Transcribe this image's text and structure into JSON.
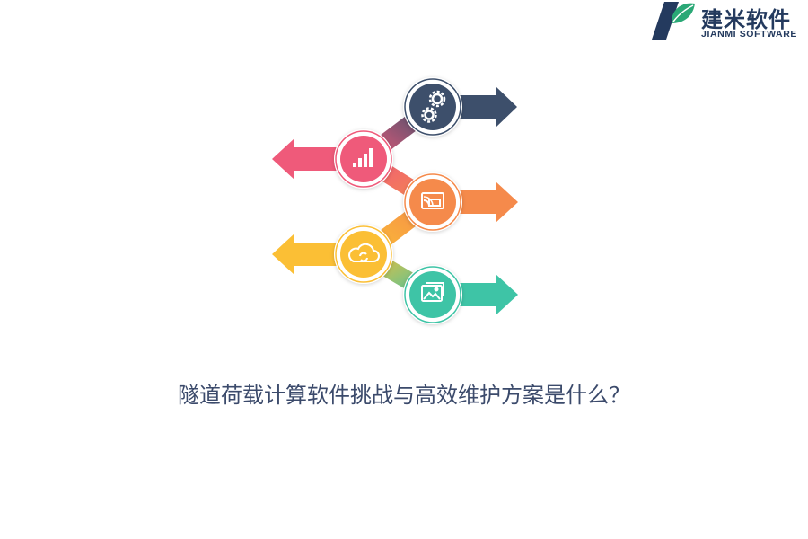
{
  "logo": {
    "name_cn": "建米软件",
    "name_en": "JIANMI SOFTWARE",
    "colors": {
      "text": "#243a5e",
      "leaf": "#2aa876",
      "dark": "#243a5e"
    }
  },
  "headline": "隧道荷载计算软件挑战与高效维护方案是什么？",
  "infographic": {
    "steps": [
      {
        "icon": "gears-icon",
        "arrow_direction": "right",
        "color": "#3d4f6b"
      },
      {
        "icon": "bar-chart-icon",
        "arrow_direction": "left",
        "color": "#ef5a7a"
      },
      {
        "icon": "screen-cast-icon",
        "arrow_direction": "right",
        "color": "#f58a4b"
      },
      {
        "icon": "cloud-sync-icon",
        "arrow_direction": "left",
        "color": "#fbbf35"
      },
      {
        "icon": "image-gallery-icon",
        "arrow_direction": "right",
        "color": "#3ec4a6"
      }
    ]
  }
}
